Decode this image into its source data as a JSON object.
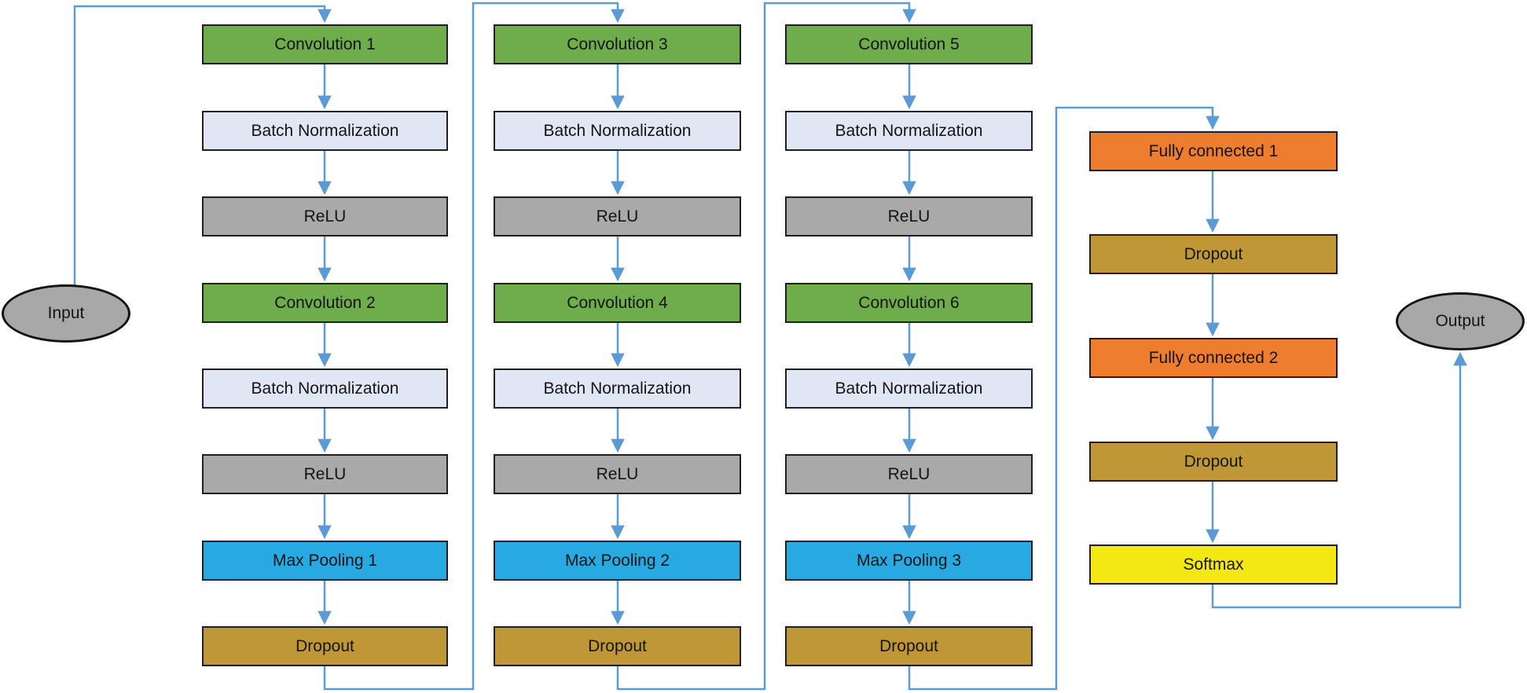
{
  "diagram": {
    "input_label": "Input",
    "output_label": "Output",
    "colors": {
      "conv": "#6FAC4C",
      "bn": "#E0E6F4",
      "relu": "#A9A9A9",
      "pool": "#29A9E1",
      "dropout": "#BF9737",
      "fc": "#EE7D2F",
      "softmax": "#F3E813",
      "node": "#A8A8A8",
      "arrow": "#5B9BD5"
    },
    "columns": [
      {
        "blocks": [
          {
            "label": "Convolution 1",
            "type": "conv"
          },
          {
            "label": "Batch Normalization",
            "type": "bn"
          },
          {
            "label": "ReLU",
            "type": "relu"
          },
          {
            "label": "Convolution 2",
            "type": "conv"
          },
          {
            "label": "Batch Normalization",
            "type": "bn"
          },
          {
            "label": "ReLU",
            "type": "relu"
          },
          {
            "label": "Max Pooling 1",
            "type": "pool"
          },
          {
            "label": "Dropout",
            "type": "dropout"
          }
        ]
      },
      {
        "blocks": [
          {
            "label": "Convolution 3",
            "type": "conv"
          },
          {
            "label": "Batch Normalization",
            "type": "bn"
          },
          {
            "label": "ReLU",
            "type": "relu"
          },
          {
            "label": "Convolution 4",
            "type": "conv"
          },
          {
            "label": "Batch Normalization",
            "type": "bn"
          },
          {
            "label": "ReLU",
            "type": "relu"
          },
          {
            "label": "Max Pooling 2",
            "type": "pool"
          },
          {
            "label": "Dropout",
            "type": "dropout"
          }
        ]
      },
      {
        "blocks": [
          {
            "label": "Convolution 5",
            "type": "conv"
          },
          {
            "label": "Batch Normalization",
            "type": "bn"
          },
          {
            "label": "ReLU",
            "type": "relu"
          },
          {
            "label": "Convolution 6",
            "type": "conv"
          },
          {
            "label": "Batch Normalization",
            "type": "bn"
          },
          {
            "label": "ReLU",
            "type": "relu"
          },
          {
            "label": "Max Pooling 3",
            "type": "pool"
          },
          {
            "label": "Dropout",
            "type": "dropout"
          }
        ]
      },
      {
        "blocks": [
          {
            "label": "Fully connected 1",
            "type": "fc"
          },
          {
            "label": "Dropout",
            "type": "dropout"
          },
          {
            "label": "Fully connected 2",
            "type": "fc"
          },
          {
            "label": "Dropout",
            "type": "dropout"
          },
          {
            "label": "Softmax",
            "type": "softmax"
          }
        ]
      }
    ]
  }
}
